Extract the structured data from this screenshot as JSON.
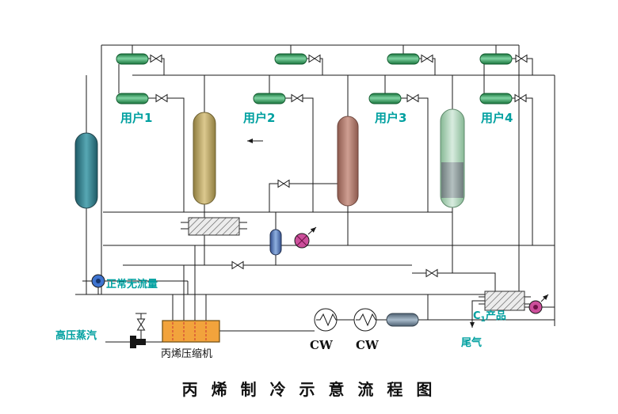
{
  "title": "丙 烯 制 冷 示 意 流 程 图",
  "labels": {
    "user1": "用户1",
    "user2": "用户2",
    "user3": "用户3",
    "user4": "用户4",
    "normal_no_flow": "正常无流量",
    "hp_steam": "高压蒸汽",
    "compressor": "丙烯压缩机",
    "cw_left": "CW",
    "cw_right": "CW",
    "c1_prefix": "C",
    "c1_sub": "1",
    "c1_suffix": "产品",
    "tail_gas": "尾气"
  },
  "colors": {
    "label_teal": "#00A0A0",
    "title_black": "#111111",
    "pipe": "#1A1A1A",
    "compressor_orange": "#F2A33C",
    "condenser_green_mid": "#7FD3A2",
    "condenser_green_edge": "#19753D",
    "vessel1_mid": "#57A8B4",
    "vessel1_edge": "#1D5A66",
    "vessel2_mid": "#DCC98F",
    "vessel2_edge": "#8F7D3F",
    "vessel3_mid": "#CF9F92",
    "vessel3_edge": "#8D5A4E",
    "vessel4_mid": "#D8ECDF",
    "vessel4_edge": "#86B894",
    "vessel4_gray_mid": "#B4C0C0",
    "vessel4_gray_edge": "#6F7D7D",
    "drum_blue_mid": "#8FB0E0",
    "drum_blue_edge": "#33508F",
    "drum_gray_mid": "#A9BCCB",
    "drum_gray_edge": "#4F6173",
    "pump_blue": "#3F74D0",
    "pump_magenta": "#CC4F9B"
  }
}
